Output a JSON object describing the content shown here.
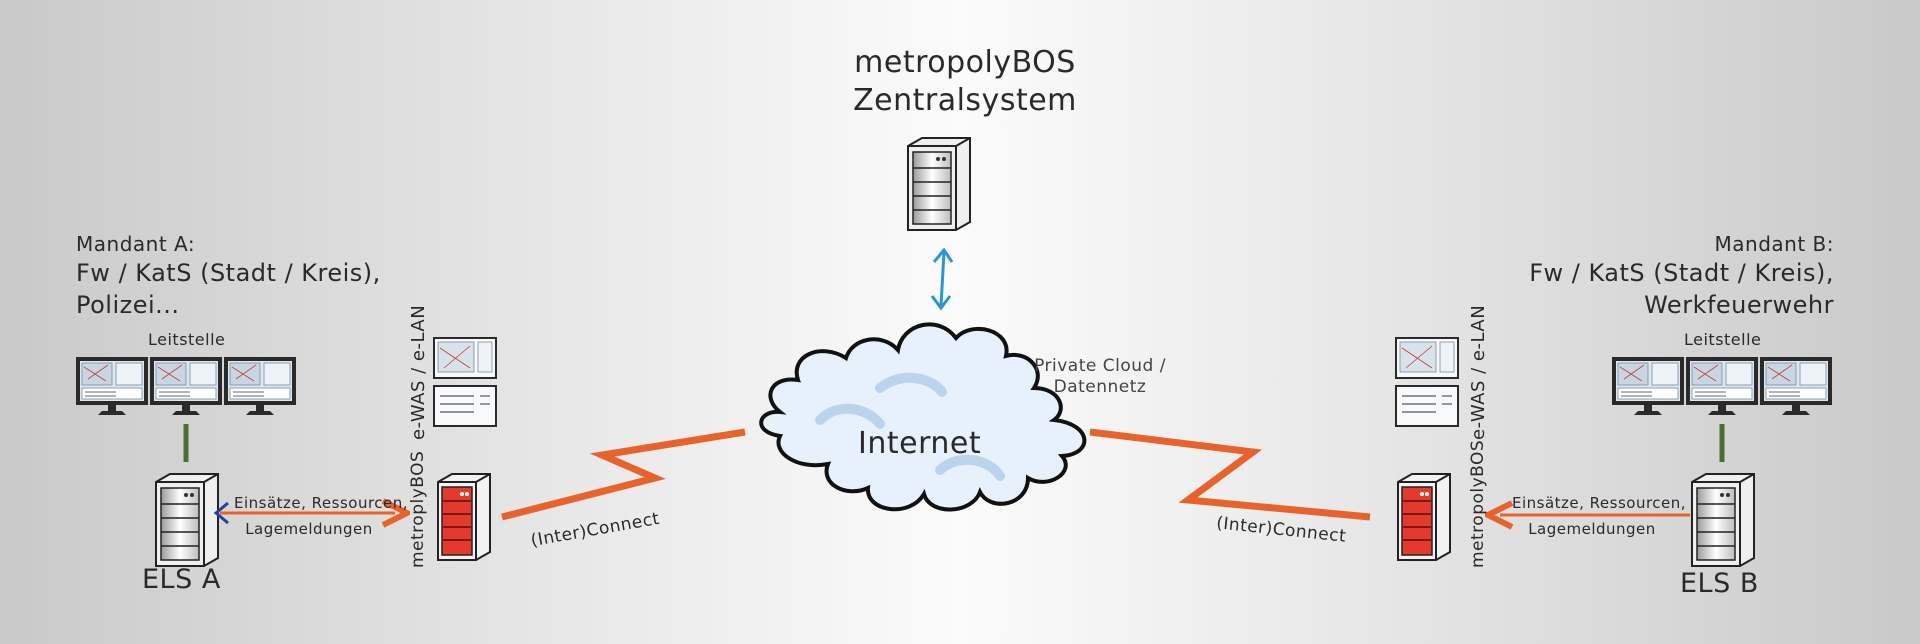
{
  "center": {
    "title_line1": "metropolyBOS",
    "title_line2": "Zentralsystem"
  },
  "cloud": {
    "label": "Internet",
    "side_label_line1": "Private Cloud /",
    "side_label_line2": "Datennetz"
  },
  "left": {
    "mandant_label": "Mandant A:",
    "line1": "Fw / KatS (Stadt / Kreis),",
    "line2": "Polizei...",
    "leitstelle": "Leitstelle",
    "arrow_line1": "Einsätze, Ressourcen,",
    "arrow_line2": "Lagemeldungen",
    "els": "ELS A",
    "vertical_top": "e-WAS / e-LAN",
    "vertical_bottom": "metroplyBOS",
    "connect": "(Inter)Connect"
  },
  "right": {
    "mandant_label": "Mandant B:",
    "line1": "Fw / KatS (Stadt / Kreis),",
    "line2": "Werkfeuerwehr",
    "leitstelle": "Leitstelle",
    "arrow_line1": "Einsätze, Ressourcen,",
    "arrow_line2": "Lagemeldungen",
    "els": "ELS B",
    "vertical_top": "e-WAS / e-LAN",
    "vertical_bottom": "metropolyBOS",
    "connect": "(Inter)Connect"
  },
  "colors": {
    "link": "#e8632c",
    "server_red": "#e23b2e",
    "arrow_blue": "#2e95cf",
    "cable_green": "#4d6e2e",
    "cloud_fill": "#e6f1fb"
  }
}
